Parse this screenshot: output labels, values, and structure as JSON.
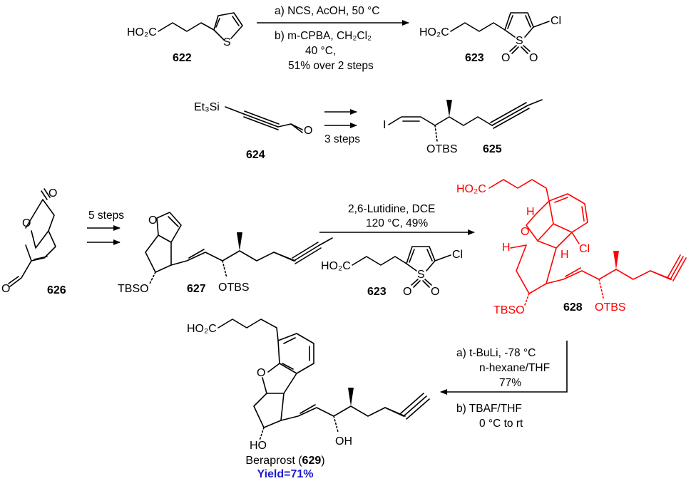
{
  "colors": {
    "highlight": "#ff0000",
    "yield": "#1a1acc"
  },
  "step1": {
    "start_acid": "HO₂C",
    "start_S": "S",
    "start_label": "622",
    "cond_a": "a) NCS, AcOH, 50 °C",
    "cond_b": "b) m-CPBA, CH₂Cl₂",
    "cond_b2": "40 °C,",
    "cond_yield": "51% over 2 steps",
    "prod_acid": "HO₂C",
    "prod_Cl": "Cl",
    "prod_S": "S",
    "prod_O1": "O",
    "prod_O2": "O",
    "prod_label": "623"
  },
  "step2": {
    "start_si": "Et₃Si",
    "start_O": "O",
    "start_label": "624",
    "cond": "3 steps",
    "prod_I": "I",
    "prod_otbs": "OTBS",
    "prod_label": "625"
  },
  "step3": {
    "start_O1": "O",
    "start_O2": "O",
    "start_O3": "O",
    "start_label": "626",
    "cond": "5 steps",
    "prod_O": "O",
    "prod_tbso": "TBSO",
    "prod_otbs": "OTBS",
    "prod_label": "627",
    "cond2_a": "2,6-Lutidine, DCE",
    "cond2_b": "120 °C, 49%",
    "reagent_acid": "HO₂C",
    "reagent_Cl": "Cl",
    "reagent_S": "S",
    "reagent_O1": "O",
    "reagent_O2": "O",
    "reagent_label": "623",
    "red_acid": "HO₂C",
    "red_O": "O",
    "red_H1": "H",
    "red_H2": "H",
    "red_H3": "H",
    "red_Cl": "Cl",
    "red_tbso": "TBSO",
    "red_otbs": "OTBS",
    "red_label": "628"
  },
  "step4": {
    "cond_a1": "a) t-BuLi, -78 °C",
    "cond_a2": "n-hexane/THF",
    "cond_a3": "77%",
    "cond_b1": "b) TBAF/THF",
    "cond_b2": "0 °C to rt",
    "prod_acid": "HO₂C",
    "prod_O": "O",
    "prod_HO": "HO",
    "prod_OH": "OH",
    "name_prefix": "Beraprost (",
    "name_number": "629",
    "name_suffix": ")",
    "yield": "Yield=71%"
  }
}
